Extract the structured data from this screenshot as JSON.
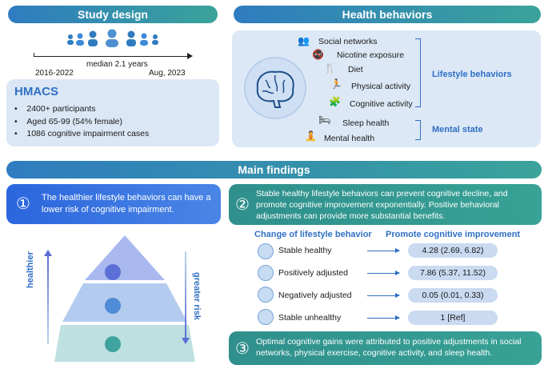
{
  "study_design": {
    "title": "Study design",
    "median": "median 2.1 years",
    "start": "2016-2022",
    "end": "Aug, 2023",
    "cohort": "HMACS",
    "bullets": [
      "2400+ participants",
      "Aged 65-99 (54% female)",
      "1086 cognitive impairment cases"
    ]
  },
  "health_behaviors": {
    "title": "Health behaviors",
    "lifestyle": [
      "Social networks",
      "Nicotine exposure",
      "Diet",
      "Physical activity",
      "Cognitive activity"
    ],
    "mental": [
      "Sleep health",
      "Mental health"
    ],
    "lifestyle_label": "Lifestyle behaviors",
    "mental_label": "Mental state"
  },
  "main_findings": {
    "title": "Main findings",
    "finding1_num": "①",
    "finding1": "The healthier lifestyle behaviors can have a lower risk of cognitive impairment.",
    "finding2_num": "②",
    "finding2": "Stable healthy lifestyle behaviors can prevent cognitive decline, and promote cognitive improvement exponentially. Positive behavioral adjustments can provide more substantial benefits.",
    "finding3_num": "③",
    "finding3": "Optimal cognitive gains were attributed to positive adjustments in social networks, physical exercise, cognitive activity, and sleep health.",
    "healthier": "healthier",
    "greater_risk": "greater risk",
    "col_change": "Change of lifestyle behavior",
    "col_promote": "Promote cognitive improvement",
    "rows": [
      {
        "change": "Stable healthy",
        "value": "4.28 (2.69, 6.82)"
      },
      {
        "change": "Positively adjusted",
        "value": "7.86 (5.37, 11.52)"
      },
      {
        "change": "Negatively adjusted",
        "value": "0.05 (0.01, 0.33)"
      },
      {
        "change": "Stable unhealthy",
        "value": "1 [Ref]"
      }
    ]
  }
}
